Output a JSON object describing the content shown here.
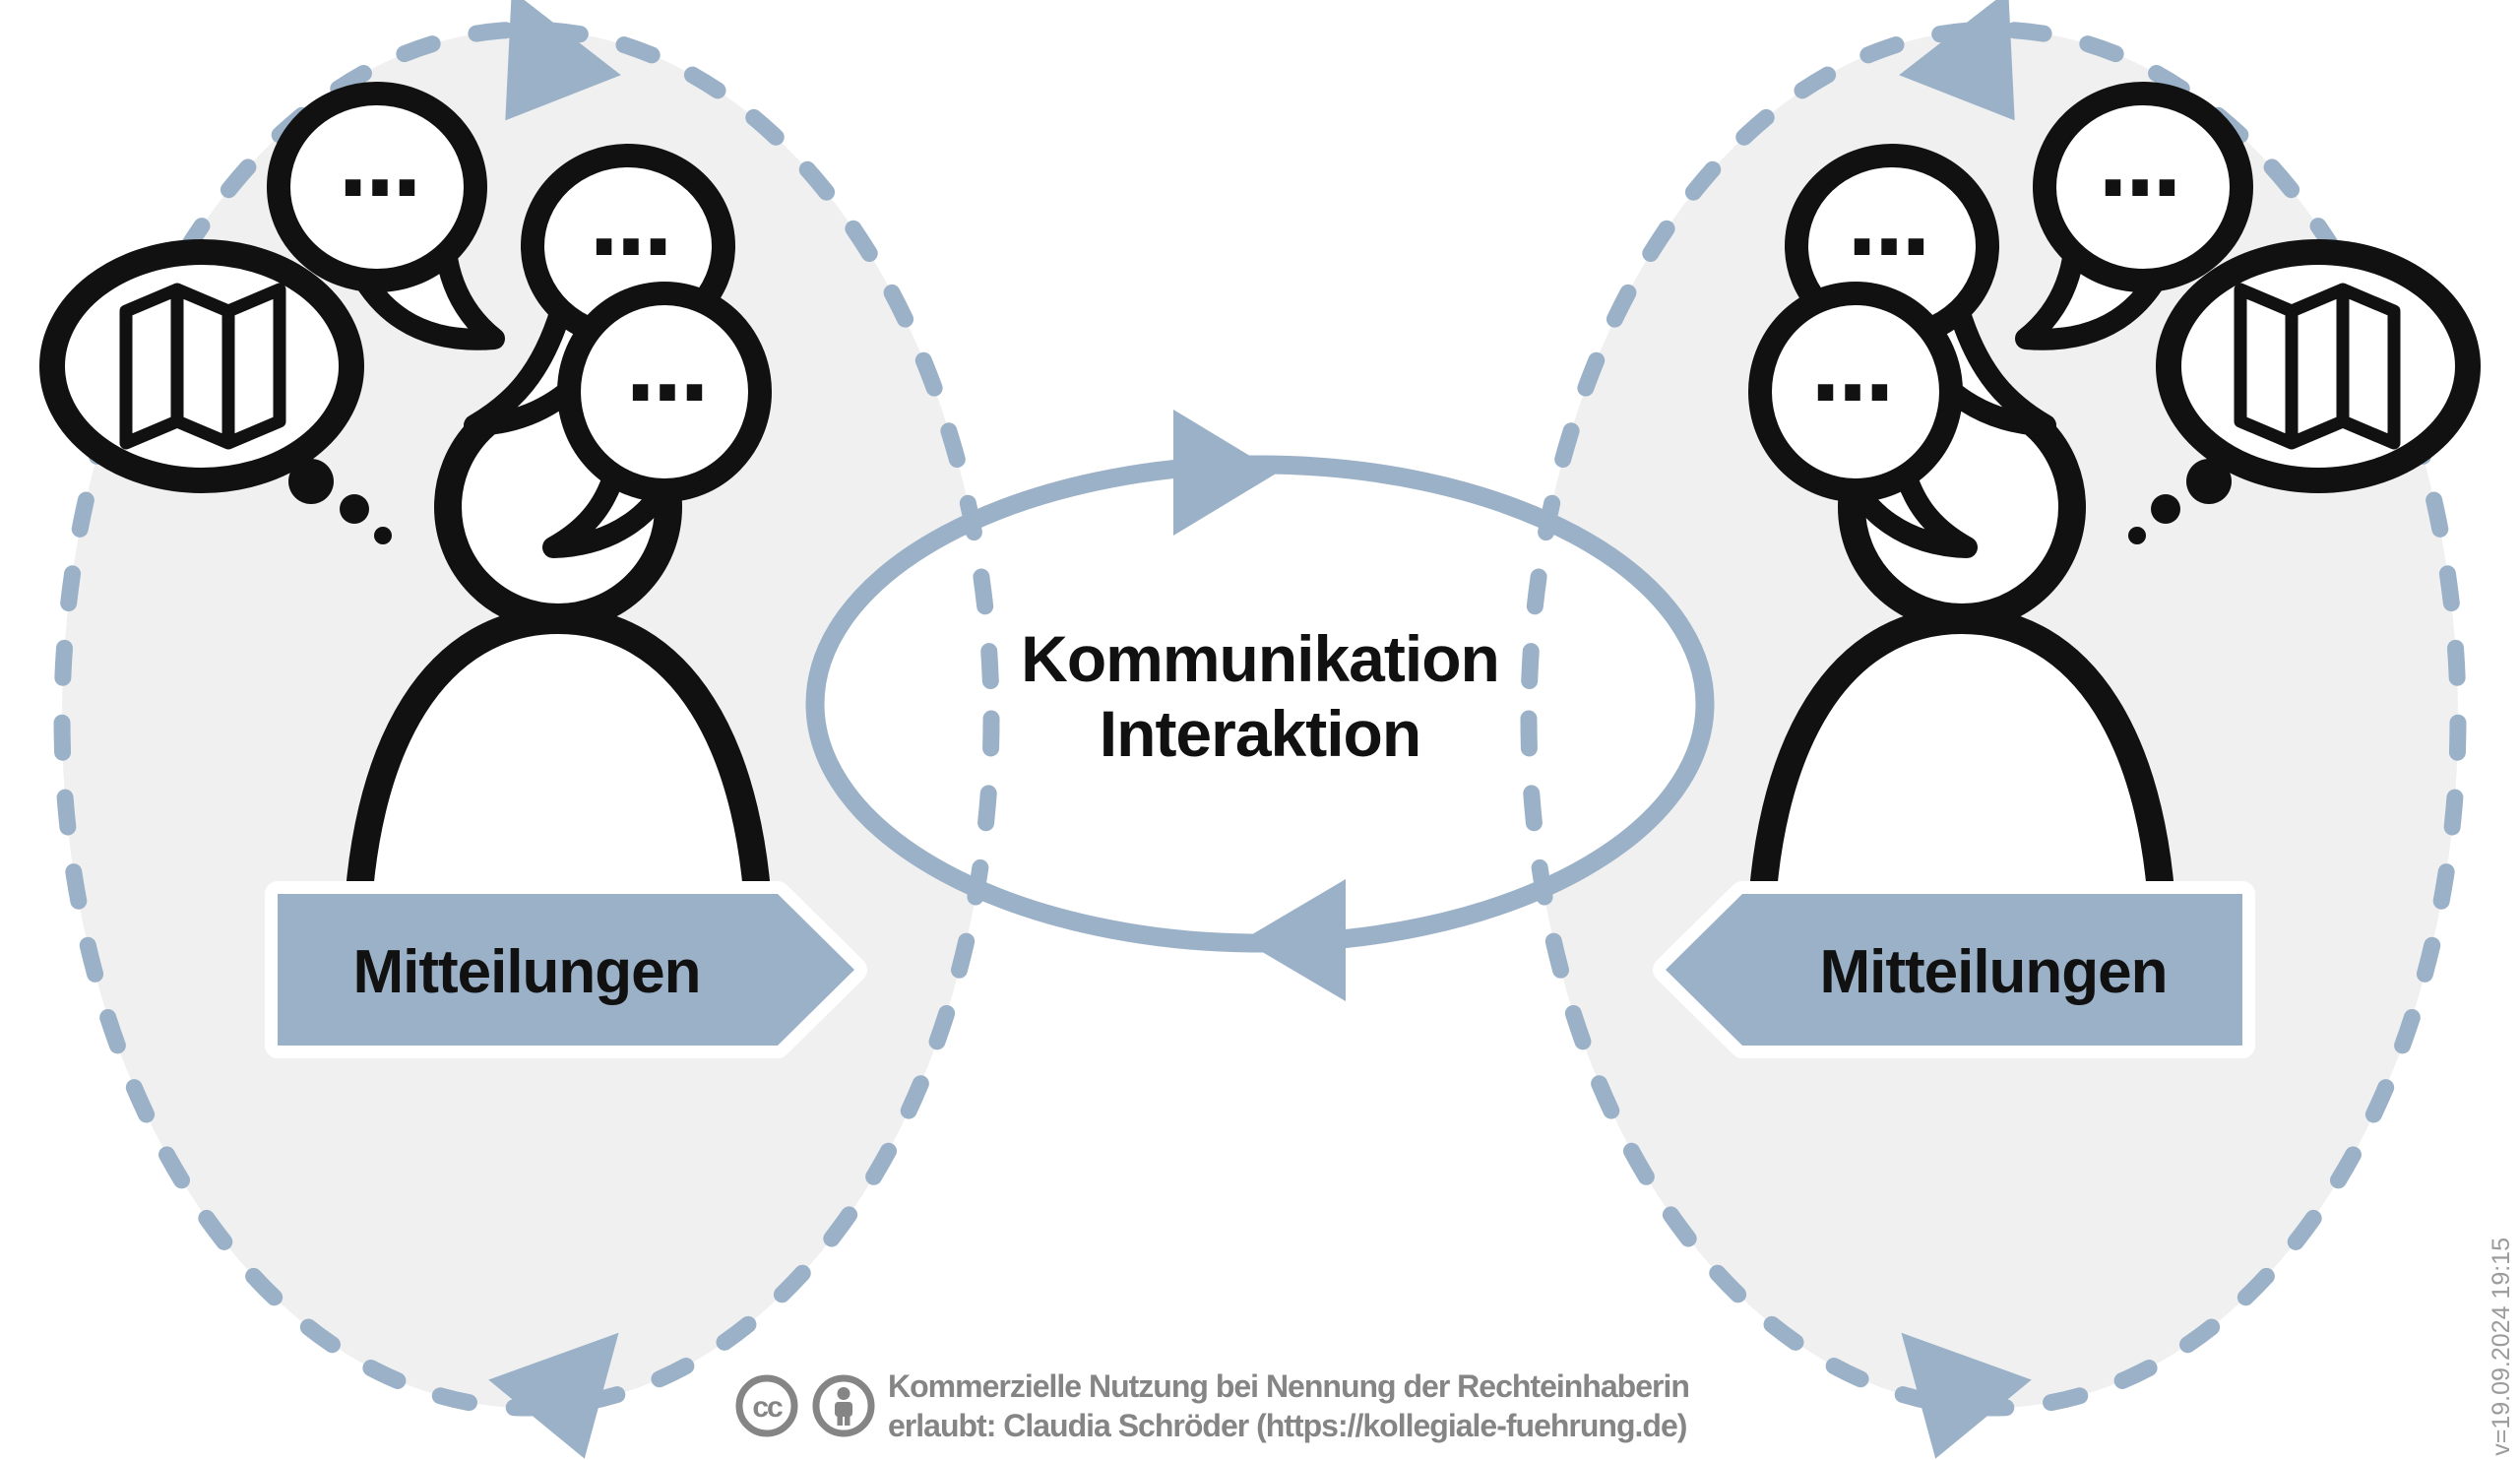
{
  "colors": {
    "accent_blue_gray": "#9bb1c8",
    "panel_gray": "#f0f0f0",
    "ink_black": "#111111",
    "license_gray": "#858585",
    "version_gray": "#9b9b9b"
  },
  "center_ellipse": {
    "line1": "Kommunikation",
    "line2": "Interaktion"
  },
  "left_person": {
    "banner_label": "Mitteilungen",
    "speech_bubbles": [
      "...",
      "...",
      "..."
    ],
    "thought_icon": "map"
  },
  "right_person": {
    "banner_label": "Mitteilungen",
    "speech_bubbles": [
      "...",
      "...",
      "..."
    ],
    "thought_icon": "map"
  },
  "license": {
    "cc": "cc",
    "line1": "Kommerzielle Nutzung bei Nennung der Rechteinhaberin",
    "line2": "erlaubt: Claudia Schröder (https://kollegiale-fuehrung.de)"
  },
  "version": "v=19.09.2024 19:15"
}
